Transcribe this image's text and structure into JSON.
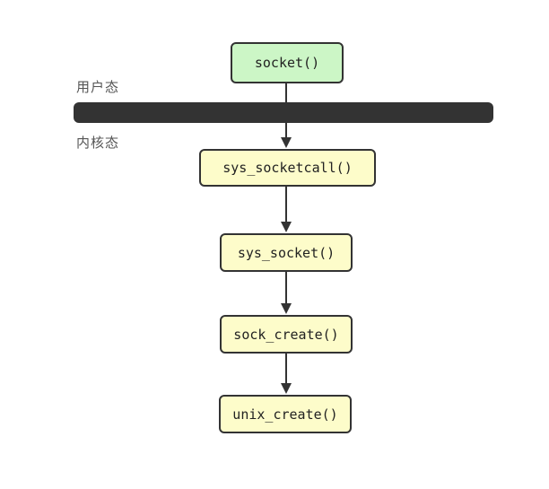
{
  "diagram": {
    "title_context": "socket system call flow",
    "zones": {
      "user_mode_label": "用户态",
      "kernel_mode_label": "内核态"
    },
    "nodes": [
      {
        "label": "socket()",
        "zone": "user"
      },
      {
        "label": "sys_socketcall()",
        "zone": "kernel"
      },
      {
        "label": "sys_socket()",
        "zone": "kernel"
      },
      {
        "label": "sock_create()",
        "zone": "kernel"
      },
      {
        "label": "unix_create()",
        "zone": "kernel"
      }
    ],
    "edges": [
      {
        "from": "socket()",
        "to": "sys_socketcall()"
      },
      {
        "from": "sys_socketcall()",
        "to": "sys_socket()"
      },
      {
        "from": "sys_socket()",
        "to": "sock_create()"
      },
      {
        "from": "sock_create()",
        "to": "unix_create()"
      }
    ],
    "colors": {
      "background": "#ffffff",
      "user_node_fill": "#ccf6c6",
      "kernel_node_fill": "#fdfcca",
      "node_border": "#333333",
      "boundary_bar": "#333333",
      "mode_label_text": "#555555",
      "node_text": "#222222"
    }
  }
}
